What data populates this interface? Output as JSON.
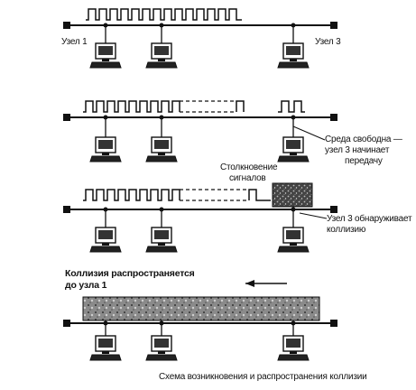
{
  "labels": {
    "node1": "Узел 1",
    "node3": "Узел 3",
    "medium_free_line1": "Среда свободна —",
    "medium_free_line2": "узел 3 начинает",
    "medium_free_line3": "передачу",
    "collision_line1": "Столкновение",
    "collision_line2": "сигналов",
    "detects_line1": "Узел 3 обнаруживает",
    "detects_line2": "коллизию",
    "propagates_line1": "Коллизия распространяется",
    "propagates_line2": "до узла 1"
  },
  "caption": "Схема возникновения и распространения коллизии",
  "icons": [
    "computer-icon",
    "bus-terminator",
    "signal-waveform",
    "collision-noise",
    "arrow-left-icon"
  ]
}
